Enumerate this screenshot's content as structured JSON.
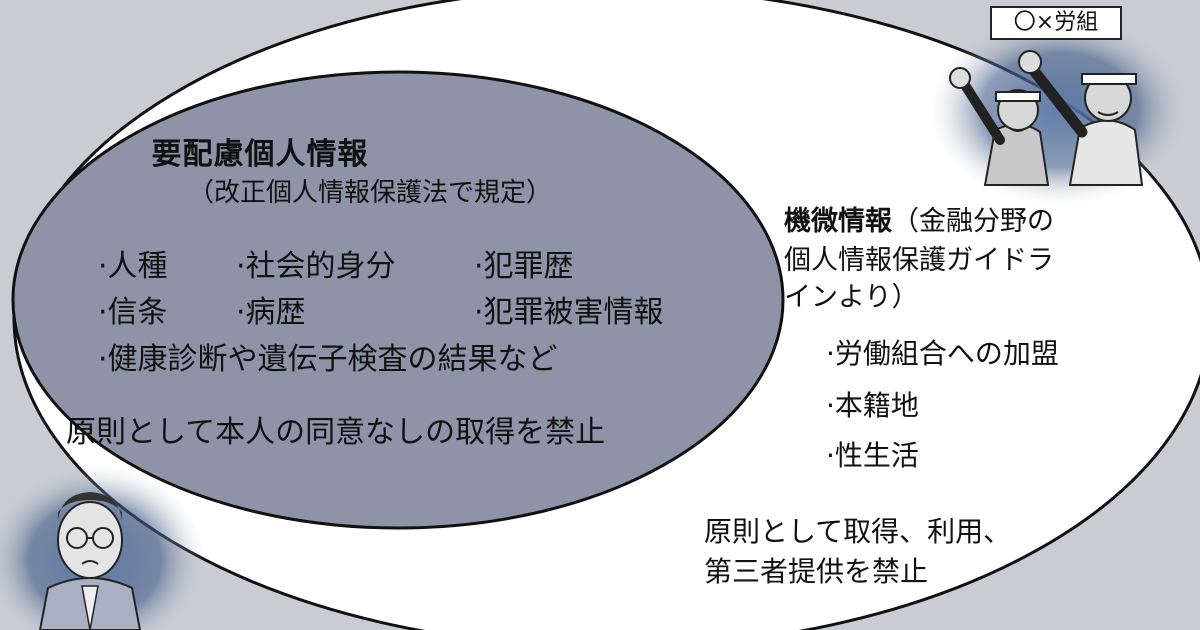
{
  "inner": {
    "title": "要配慮個人情報",
    "subtitle": "（改正個人情報保護法で規定）",
    "items": [
      "·人種",
      "·社会的身分",
      "·犯罪歴",
      "·信条",
      "·病歴",
      "·犯罪被害情報",
      "·健康診断や遺伝子検査の結果など"
    ],
    "note": "原則として本人の同意なしの取得を禁止"
  },
  "outer": {
    "title_bold": "機微情報",
    "title_rest": "（金融分野の",
    "line2": "個人情報保護ガイドラ",
    "line3": "インより）",
    "items": [
      "·労働組合への加盟",
      "·本籍地",
      "·性生活"
    ],
    "note_line1": "原則として取得、利用、",
    "note_line2": "第三者提供を禁止"
  },
  "union_badge": "〇×労組",
  "colors": {
    "background": "#c9ccd3",
    "outer_ellipse": "#ffffff",
    "inner_ellipse": "#8e93a8",
    "glow": "#3f5a86"
  },
  "icons": [
    "union-workers-illustration",
    "worried-man-illustration"
  ]
}
